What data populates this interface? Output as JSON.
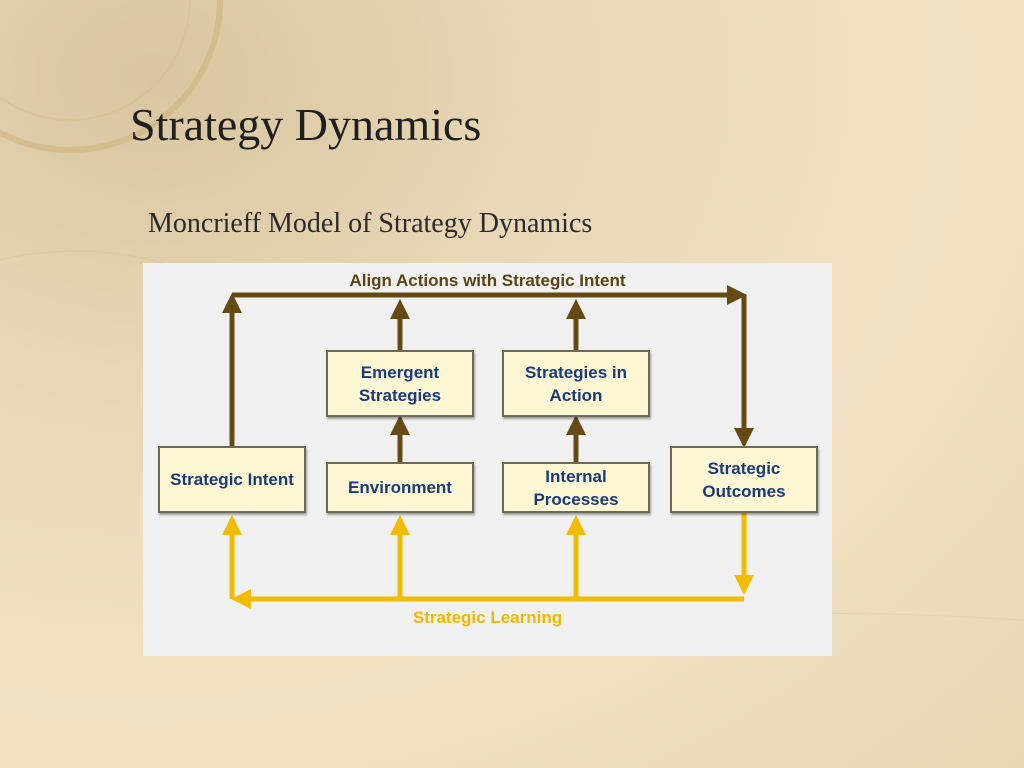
{
  "slide": {
    "title": "Strategy Dynamics",
    "subtitle": "Moncrieff Model of Strategy Dynamics"
  },
  "diagram": {
    "top_label": "Align Actions with Strategic Intent",
    "bottom_label": "Strategic Learning",
    "boxes": {
      "strategic_intent": "Strategic Intent",
      "emergent_strategies": "Emergent Strategies",
      "environment": "Environment",
      "strategies_in_action": "Strategies in Action",
      "internal_processes": "Internal Processes",
      "strategic_outcomes": "Strategic Outcomes"
    },
    "colors": {
      "top_flow": "#654a14",
      "learning_flow": "#f2bd00",
      "box_text": "#1a3b7a",
      "box_fill": "#fdf7d4"
    }
  }
}
